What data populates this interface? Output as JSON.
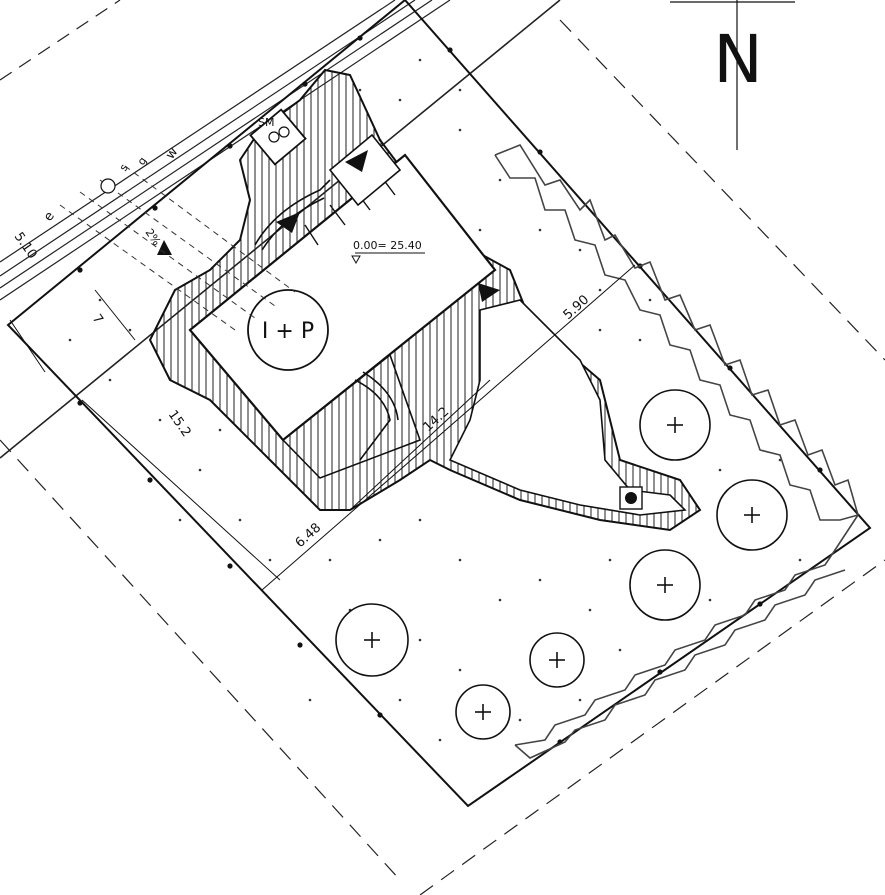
{
  "north_label": "N",
  "building_label": "I + P",
  "elevation": "0.00= 25.40",
  "meter_label": "SM",
  "slope": "2%",
  "utilities": {
    "e": "e",
    "s": "s",
    "g": "g",
    "w": "w"
  },
  "dimensions": {
    "front_setback": "5.10",
    "side_offset": "7",
    "building_length": "15.2",
    "garden_depth": "14.2",
    "rear_width": "5.90",
    "side_width": "6.48"
  }
}
